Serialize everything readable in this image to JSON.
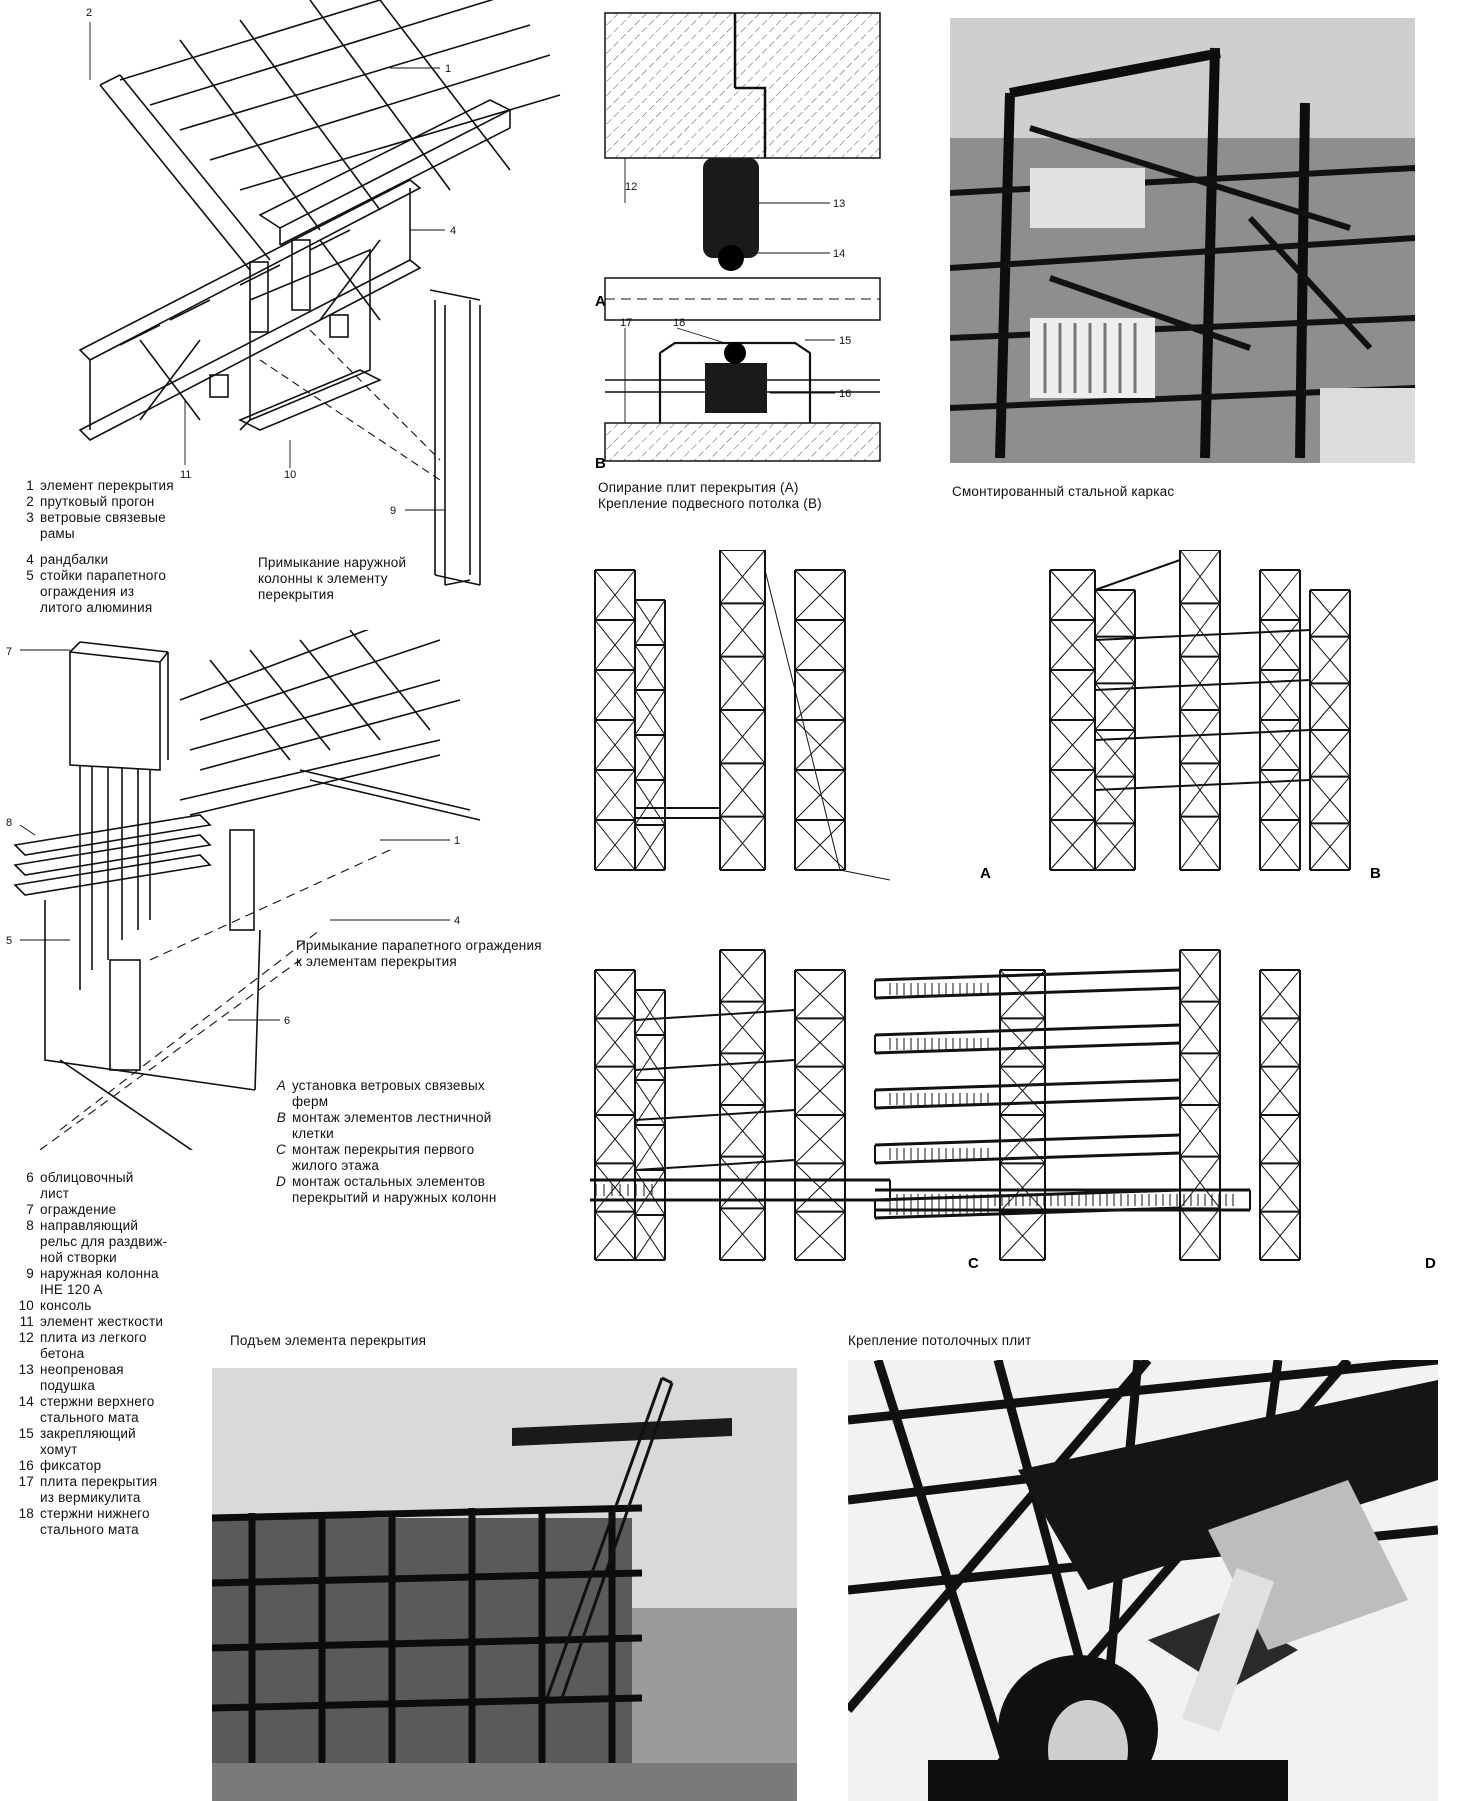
{
  "figures": {
    "floor_element": {
      "callouts": [
        "1",
        "2",
        "4",
        "9",
        "10",
        "11"
      ],
      "caption": "Примыкание наружной колонны к элементу перекрытия"
    },
    "slab_support": {
      "callouts": [
        "12",
        "13",
        "14",
        "15",
        "16",
        "17",
        "18"
      ],
      "marker_a": "A",
      "marker_b": "B",
      "caption_line1": "Опирание плит перекрытия (A)",
      "caption_line2": "Крепление подвесного потолка (B)"
    },
    "photo_frame": {
      "caption": "Смонтированный стальной каркас"
    },
    "parapet": {
      "callouts": [
        "7",
        "8",
        "5",
        "1",
        "4",
        "6"
      ],
      "caption": "Примыкание парапетного ограждения к элементам перекрытия"
    },
    "assembly_stages": {
      "markers": [
        "A",
        "B",
        "C",
        "D"
      ]
    },
    "photo_lifting": {
      "caption": "Подъем элемента перекрытия"
    },
    "photo_ceiling": {
      "caption": "Крепление потолочных плит"
    }
  },
  "legend_top": [
    {
      "n": "1",
      "text": "элемент перекрытия"
    },
    {
      "n": "2",
      "text": "прутковый прогон"
    },
    {
      "n": "3",
      "text": "ветровые связевые\nрамы"
    },
    {
      "n": "4",
      "text": "рандбалки"
    },
    {
      "n": "5",
      "text": "стойки парапетного\nограждения из\nлитого алюминия"
    }
  ],
  "legend_bottom": [
    {
      "n": "6",
      "text": "облицовочный\nлист"
    },
    {
      "n": "7",
      "text": "ограждение"
    },
    {
      "n": "8",
      "text": "направляющий\nрельс для раздвиж-\nной створки"
    },
    {
      "n": "9",
      "text": "наружная колонна\nIHE 120 A"
    },
    {
      "n": "10",
      "text": "консоль"
    },
    {
      "n": "11",
      "text": "элемент жесткости"
    },
    {
      "n": "12",
      "text": "плита из легкого\nбетона"
    },
    {
      "n": "13",
      "text": "неопреновая\nподушка"
    },
    {
      "n": "14",
      "text": "стержни верхнего\nстального мата"
    },
    {
      "n": "15",
      "text": "закрепляющий\nхомут"
    },
    {
      "n": "16",
      "text": "фиксатор"
    },
    {
      "n": "17",
      "text": "плита перекрытия\nиз вермикулита"
    },
    {
      "n": "18",
      "text": "стержни нижнего\nстального мата"
    }
  ],
  "stage_legend": [
    {
      "n": "A",
      "text": "установка ветровых связевых\nферм"
    },
    {
      "n": "B",
      "text": "монтаж элементов лестничной\nклетки"
    },
    {
      "n": "C",
      "text": "монтаж перекрытия первого\nжилого этажа"
    },
    {
      "n": "D",
      "text": "монтаж остальных элементов\nперекрытий и наружных колонн"
    }
  ]
}
